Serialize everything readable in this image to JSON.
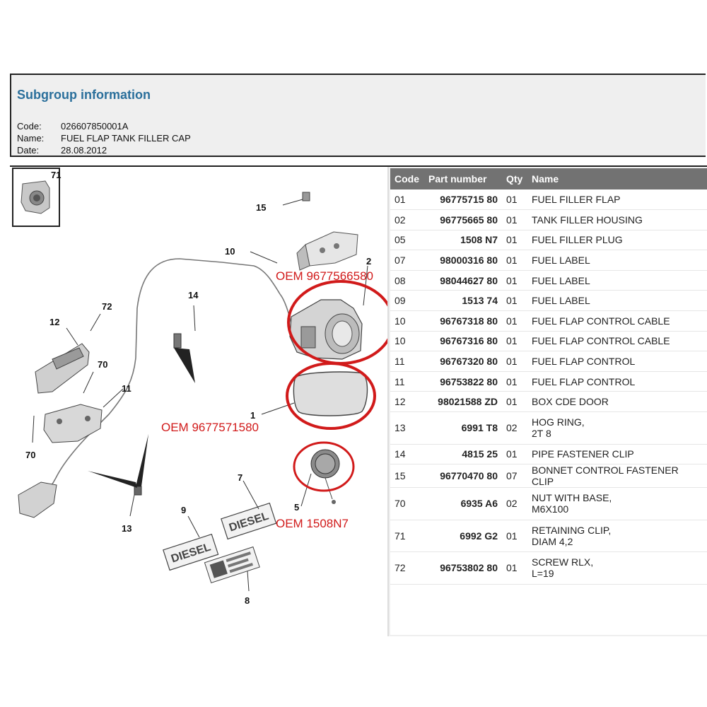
{
  "header": {
    "title": "Subgroup information",
    "code_label": "Code:",
    "code_value": "026607850001A",
    "name_label": "Name:",
    "name_value": "FUEL FLAP TANK FILLER CAP",
    "date_label": "Date:",
    "date_value": "28.08.2012"
  },
  "table": {
    "headers": [
      "Code",
      "Part number",
      "Qty",
      "Name"
    ],
    "rows": [
      {
        "code": "01",
        "part": "96775715 80",
        "qty": "01",
        "name": "FUEL FILLER FLAP",
        "name2": ""
      },
      {
        "code": "02",
        "part": "96775665 80",
        "qty": "01",
        "name": "TANK FILLER HOUSING",
        "name2": ""
      },
      {
        "code": "05",
        "part": "1508 N7",
        "qty": "01",
        "name": "FUEL FILLER PLUG",
        "name2": ""
      },
      {
        "code": "07",
        "part": "98000316 80",
        "qty": "01",
        "name": "FUEL LABEL",
        "name2": ""
      },
      {
        "code": "08",
        "part": "98044627 80",
        "qty": "01",
        "name": "FUEL LABEL",
        "name2": ""
      },
      {
        "code": "09",
        "part": "1513 74",
        "qty": "01",
        "name": "FUEL LABEL",
        "name2": ""
      },
      {
        "code": "10",
        "part": "96767318 80",
        "qty": "01",
        "name": "FUEL FLAP CONTROL CABLE",
        "name2": ""
      },
      {
        "code": "10",
        "part": "96767316 80",
        "qty": "01",
        "name": "FUEL FLAP CONTROL CABLE",
        "name2": ""
      },
      {
        "code": "11",
        "part": "96767320 80",
        "qty": "01",
        "name": "FUEL FLAP CONTROL",
        "name2": ""
      },
      {
        "code": "11",
        "part": "96753822 80",
        "qty": "01",
        "name": "FUEL FLAP CONTROL",
        "name2": ""
      },
      {
        "code": "12",
        "part": "98021588 ZD",
        "qty": "01",
        "name": "BOX CDE DOOR",
        "name2": ""
      },
      {
        "code": "13",
        "part": "6991 T8",
        "qty": "02",
        "name": "HOG RING,",
        "name2": "2T 8"
      },
      {
        "code": "14",
        "part": "4815 25",
        "qty": "01",
        "name": "PIPE FASTENER CLIP",
        "name2": ""
      },
      {
        "code": "15",
        "part": "96770470 80",
        "qty": "07",
        "name": "BONNET CONTROL FASTENER CLIP",
        "name2": ""
      },
      {
        "code": "70",
        "part": "6935 A6",
        "qty": "02",
        "name": "NUT WITH BASE,",
        "name2": "M6X100"
      },
      {
        "code": "71",
        "part": "6992 G2",
        "qty": "01",
        "name": "RETAINING CLIP,",
        "name2": "DIAM 4,2"
      },
      {
        "code": "72",
        "part": "96753802 80",
        "qty": "01",
        "name": "SCREW RLX,",
        "name2": "L=19"
      }
    ]
  },
  "diagram": {
    "callouts": [
      "71",
      "15",
      "10",
      "2",
      "14",
      "72",
      "12",
      "70",
      "11",
      "1",
      "70",
      "5",
      "7",
      "9",
      "13",
      "8"
    ],
    "oem_labels": [
      "OEM 9677566580",
      "OEM 9677571580",
      "OEM 1508N7"
    ],
    "label_texts": [
      "DIESEL",
      "DIESEL"
    ],
    "colors": {
      "oem_red": "#d11a1a",
      "header_blue": "#2a6f9b",
      "table_header": "#727272"
    }
  }
}
